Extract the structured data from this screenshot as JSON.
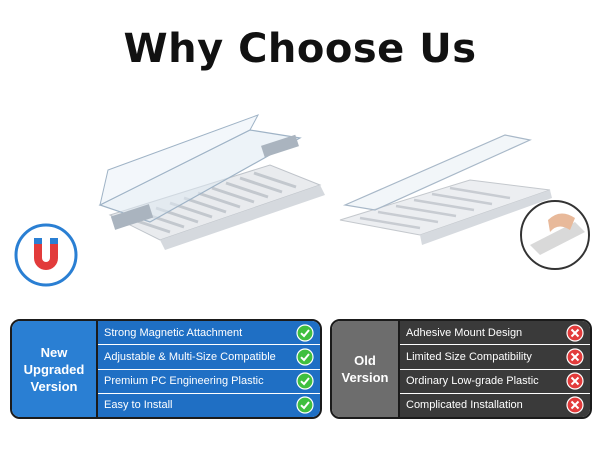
{
  "title": "Why Choose Us",
  "colors": {
    "new_badge": "#2a7fd3",
    "new_row": "#1f6fc4",
    "old_badge": "#6d6d6d",
    "old_row": "#3a3a3a",
    "check": "#3fbf3f",
    "cross": "#e23b3b"
  },
  "new_version": {
    "label": "New Upgraded Version",
    "features": [
      "Strong Magnetic Attachment",
      "Adjustable & Multi-Size Compatible",
      "Premium PC Engineering Plastic",
      "Easy to Install"
    ],
    "icon": "check-circle-icon"
  },
  "old_version": {
    "label": "Old Version",
    "features": [
      "Adhesive Mount Design",
      "Limited Size Compatibility",
      "Ordinary Low-grade Plastic",
      "Complicated Installation"
    ],
    "icon": "cross-circle-icon"
  }
}
